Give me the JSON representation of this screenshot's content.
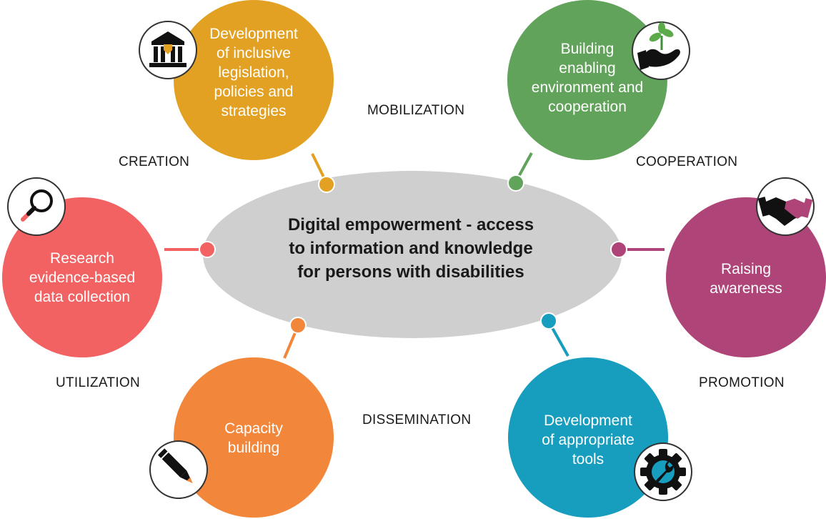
{
  "center": {
    "line1": "Digital empowerment - access",
    "line2": "to information and knowledge",
    "line3": "for persons with disabilities"
  },
  "nodes": [
    {
      "id": "legislation",
      "lines": [
        "Development",
        "of inclusive",
        "legislation,",
        "policies and",
        "strategies"
      ],
      "color": "#E3A123",
      "icon": "institution-icon"
    },
    {
      "id": "environment",
      "lines": [
        "Building",
        "enabling",
        "environment and",
        "cooperation"
      ],
      "color": "#62A35B",
      "icon": "plant-in-hand-icon"
    },
    {
      "id": "awareness",
      "lines": [
        "Raising",
        "awareness"
      ],
      "color": "#AE4477",
      "icon": "handshake-icon"
    },
    {
      "id": "tools",
      "lines": [
        "Development",
        "of appropriate",
        "tools"
      ],
      "color": "#179DBE",
      "icon": "gear-wrench-icon"
    },
    {
      "id": "capacity",
      "lines": [
        "Capacity",
        "building"
      ],
      "color": "#F2863A",
      "icon": "pencil-icon"
    },
    {
      "id": "research",
      "lines": [
        "Research",
        "evidence-based",
        "data collection"
      ],
      "color": "#F26262",
      "icon": "magnifier-icon"
    }
  ],
  "stages": {
    "mobilization": "MOBILIZATION",
    "creation": "CREATION",
    "cooperation": "COOPERATION",
    "utilization": "UTILIZATION",
    "promotion": "PROMOTION",
    "dissemination": "DISSEMINATION"
  },
  "colors": {
    "ellipse": "#D0CFCF",
    "icon_border": "#333333"
  }
}
